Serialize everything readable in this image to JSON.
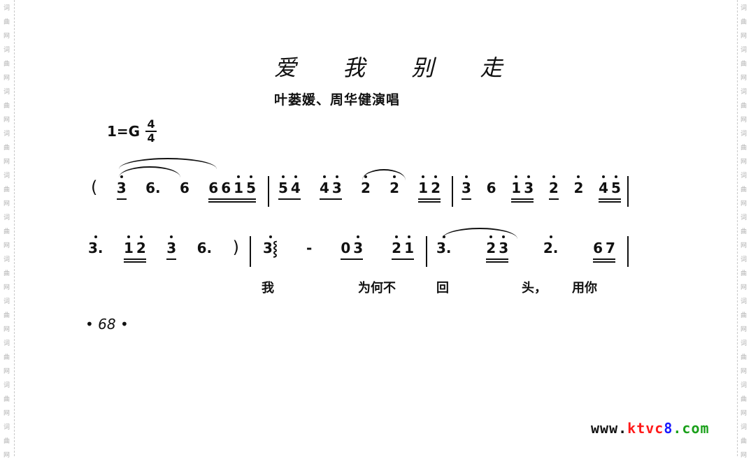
{
  "watermark": {
    "chars": [
      "词",
      "曲",
      "网"
    ]
  },
  "title": "爱 我 别 走",
  "subtitle": "叶蒌媛、周华健演唱",
  "key": {
    "label": "1=G",
    "time_top": "4",
    "time_bottom": "4"
  },
  "rows": [
    {
      "measures": [
        {
          "groups": [
            {
              "ul": 0,
              "notes": [
                {
                  "t": "(",
                  "p": true
                }
              ]
            },
            {
              "ul": 1,
              "notes": [
                {
                  "t": "3",
                  "hi": true
                }
              ]
            },
            {
              "ul": 0,
              "notes": [
                {
                  "t": "6."
                }
              ]
            },
            {
              "ul": 0,
              "notes": [
                {
                  "t": "6"
                }
              ]
            },
            {
              "ul": 2,
              "notes": [
                {
                  "t": "6"
                },
                {
                  "t": "6"
                },
                {
                  "t": "1",
                  "hi": true
                },
                {
                  "t": "5",
                  "hi": true
                }
              ]
            }
          ]
        },
        {
          "groups": [
            {
              "ul": 1,
              "notes": [
                {
                  "t": "5",
                  "hi": true
                },
                {
                  "t": "4",
                  "hi": true
                }
              ]
            },
            {
              "ul": 1,
              "notes": [
                {
                  "t": "4",
                  "hi": true
                },
                {
                  "t": "3",
                  "hi": true
                }
              ]
            },
            {
              "ul": 0,
              "notes": [
                {
                  "t": "2",
                  "hi": true
                }
              ]
            },
            {
              "ul": 0,
              "notes": [
                {
                  "t": "2",
                  "hi": true
                }
              ]
            },
            {
              "ul": 2,
              "notes": [
                {
                  "t": "1",
                  "hi": true
                },
                {
                  "t": "2",
                  "hi": true
                }
              ]
            }
          ]
        },
        {
          "groups": [
            {
              "ul": 1,
              "notes": [
                {
                  "t": "3",
                  "hi": true
                }
              ]
            },
            {
              "ul": 0,
              "notes": [
                {
                  "t": "6"
                }
              ]
            },
            {
              "ul": 2,
              "notes": [
                {
                  "t": "1",
                  "hi": true
                },
                {
                  "t": "3",
                  "hi": true
                }
              ]
            },
            {
              "ul": 1,
              "notes": [
                {
                  "t": "2",
                  "hi": true
                }
              ]
            },
            {
              "ul": 0,
              "notes": [
                {
                  "t": "2",
                  "hi": true
                }
              ]
            },
            {
              "ul": 2,
              "notes": [
                {
                  "t": "4",
                  "hi": true
                },
                {
                  "t": "5",
                  "hi": true
                }
              ]
            }
          ]
        }
      ]
    },
    {
      "measures": [
        {
          "groups": [
            {
              "ul": 0,
              "notes": [
                {
                  "t": "3.",
                  "hi": true
                }
              ]
            },
            {
              "ul": 2,
              "notes": [
                {
                  "t": "1",
                  "hi": true
                },
                {
                  "t": "2",
                  "hi": true
                }
              ]
            },
            {
              "ul": 1,
              "notes": [
                {
                  "t": "3",
                  "hi": true
                }
              ]
            },
            {
              "ul": 0,
              "notes": [
                {
                  "t": "6."
                }
              ]
            },
            {
              "ul": 0,
              "notes": [
                {
                  "t": ")",
                  "p": true
                }
              ]
            }
          ]
        },
        {
          "groups": [
            {
              "ul": 0,
              "notes": [
                {
                  "t": "3⸾",
                  "hi": true
                }
              ]
            },
            {
              "ul": 0,
              "notes": [
                {
                  "t": "-"
                }
              ]
            },
            {
              "ul": 1,
              "notes": [
                {
                  "t": "0"
                },
                {
                  "t": "3",
                  "hi": true
                }
              ]
            },
            {
              "ul": 1,
              "notes": [
                {
                  "t": "2",
                  "hi": true
                },
                {
                  "t": "1",
                  "hi": true
                }
              ]
            }
          ]
        },
        {
          "groups": [
            {
              "ul": 0,
              "notes": [
                {
                  "t": "3.",
                  "hi": true
                }
              ]
            },
            {
              "ul": 2,
              "notes": [
                {
                  "t": "2",
                  "hi": true
                },
                {
                  "t": "3",
                  "hi": true
                }
              ]
            },
            {
              "ul": 0,
              "notes": [
                {
                  "t": "2.",
                  "hi": true
                }
              ]
            },
            {
              "ul": 2,
              "notes": [
                {
                  "t": "6"
                },
                {
                  "t": "7"
                }
              ]
            }
          ]
        }
      ]
    }
  ],
  "lyrics": [
    "我",
    "为何不",
    "回",
    "头，",
    "用你"
  ],
  "page_number": "• 68 •",
  "logo": {
    "www": "www.",
    "ktv": "ktvc",
    "eight": "8",
    "com": ".com",
    "colors": {
      "www": "#111111",
      "ktv": "#ff1a1a",
      "eight": "#1a1aff",
      "com": "#1aa01a"
    }
  }
}
